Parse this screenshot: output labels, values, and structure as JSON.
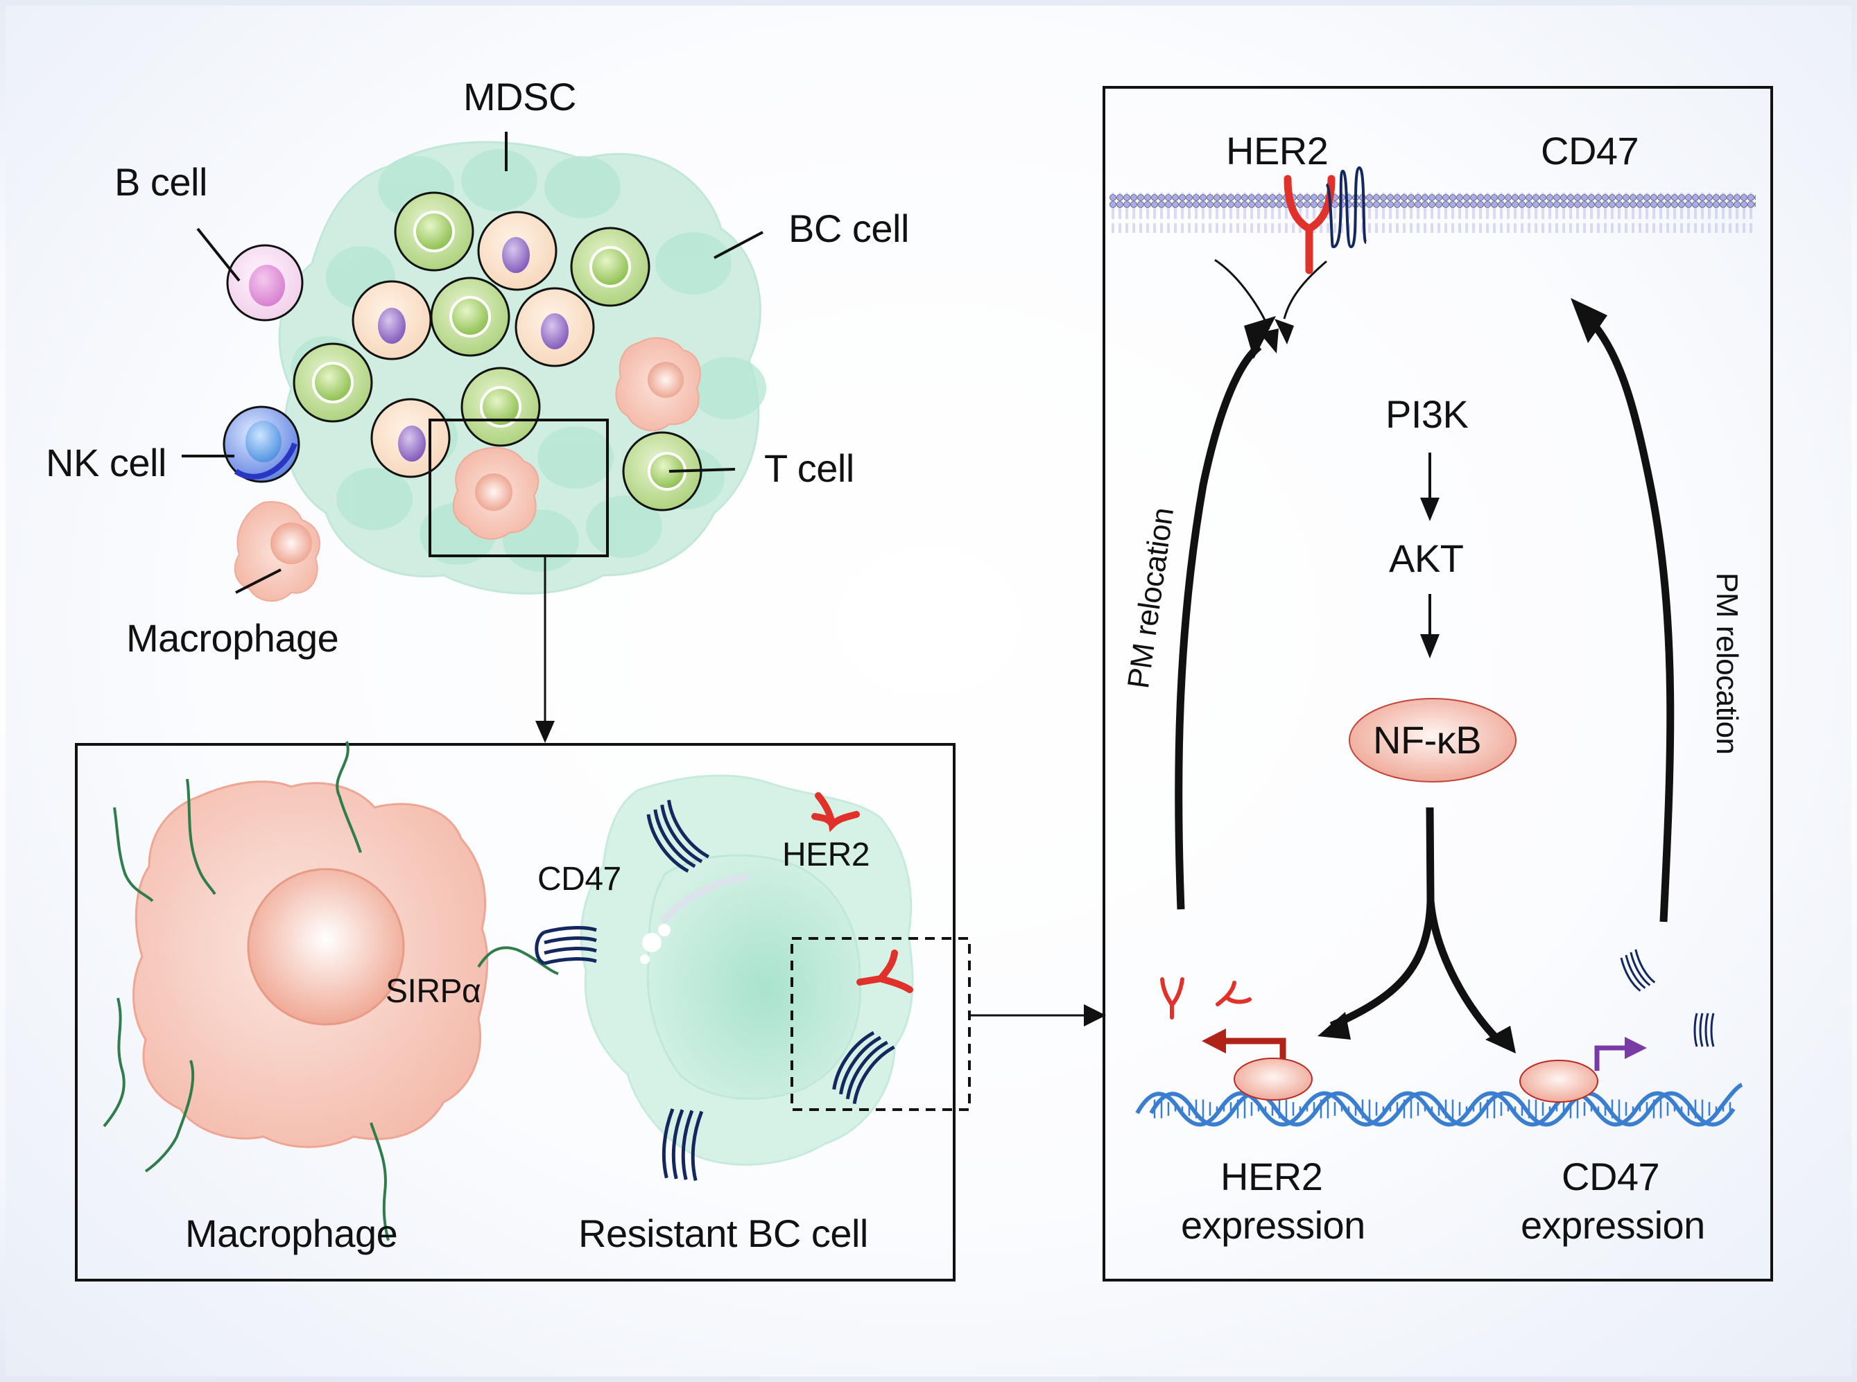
{
  "overview": {
    "labels": {
      "mdsc": "MDSC",
      "b_cell": "B cell",
      "bc_cell": "BC cell",
      "nk_cell": "NK cell",
      "t_cell": "T cell",
      "macrophage": "Macrophage"
    }
  },
  "interaction_panel": {
    "macrophage": "Macrophage",
    "resistant_bc_cell": "Resistant BC cell",
    "cd47": "CD47",
    "her2": "HER2",
    "sirpa": "SIRPα"
  },
  "pathway_panel": {
    "membrane_her2": "HER2",
    "membrane_cd47": "CD47",
    "pi3k": "PI3K",
    "akt": "AKT",
    "nfkb": "NF-κB",
    "pm_relocation_left": "PM relocation",
    "pm_relocation_right": "PM relocation",
    "her2_expression_line1": "HER2",
    "her2_expression_line2": "expression",
    "cd47_expression_line1": "CD47",
    "cd47_expression_line2": "expression"
  },
  "colors": {
    "her2": "#e0322a",
    "cd47": "#12285e",
    "dna": "#3a7fcf",
    "nfkb_fill": "#f0a898",
    "macrophage_fill": "#f6c3b6",
    "bc_cell_fill": "#bfe9d7",
    "her2_promoter_arrow": "#b02418",
    "cd47_promoter_arrow": "#7a3aa6"
  }
}
